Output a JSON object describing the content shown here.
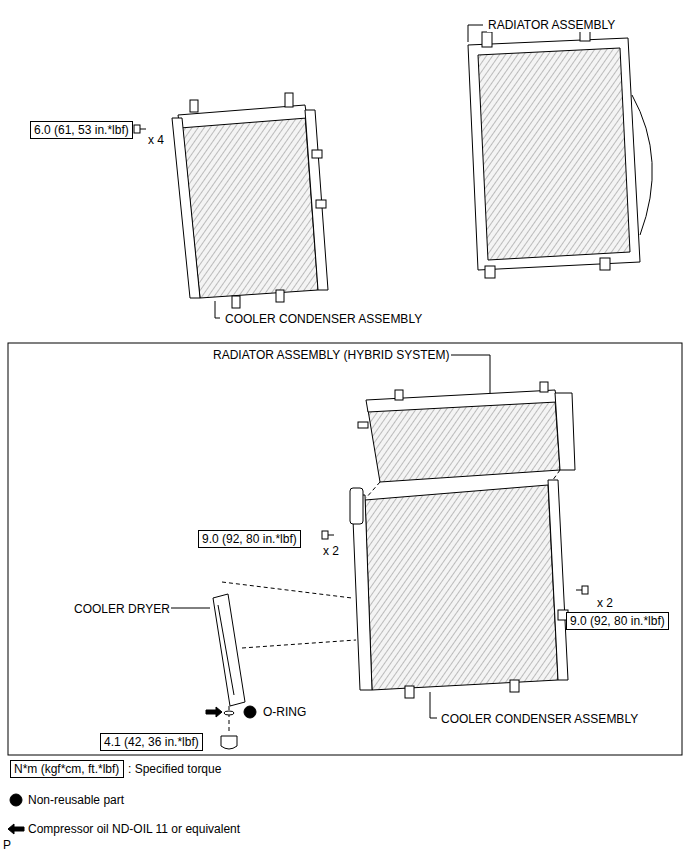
{
  "diagram": {
    "nodes": [
      {
        "text": [
          "6.0 (61, 53 in.*lbf)"
        ]
      },
      {
        "text": [
          "9.0 (92, 80 in.*lbf)"
        ]
      },
      {
        "text": [
          "9.0 (92, 80 in.*lbf)"
        ]
      },
      {
        "text": [
          "4.1 (42, 36 in.*lbf)"
        ]
      },
      {
        "text": [
          "N*m (kgf*cm, ft.*lbf)"
        ]
      }
    ],
    "labels": [
      "RADIATOR ASSEMBLY",
      "x 4",
      "COOLER CONDENSER ASSEMBLY",
      "RADIATOR ASSEMBLY (HYBRID SYSTEM)",
      "x 2",
      "COOLER DRYER",
      "O-RING",
      "COOLER CONDENSER ASSEMBLY",
      "x 2",
      "P"
    ],
    "legend": [
      {
        "text": ": Specified torque"
      },
      {
        "text": "Non-reusable part"
      },
      {
        "text": "Compressor oil ND-OIL 11 or equivalent"
      }
    ]
  }
}
